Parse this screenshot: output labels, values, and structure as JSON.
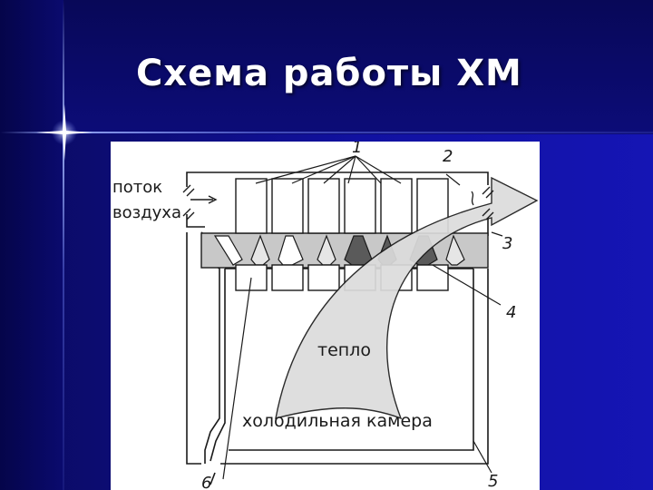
{
  "slide": {
    "title": "Схема работы ХМ"
  },
  "diagram": {
    "air_flow_line1": "поток",
    "air_flow_line2": "воздуха",
    "heat_label": "тепло",
    "chamber_label": "холодильная камера",
    "callouts": [
      "1",
      "2",
      "3",
      "4",
      "5",
      "6"
    ]
  },
  "colors": {
    "background": "#0a0a6e",
    "title_text": "#ffffff",
    "panel": "#ffffff",
    "plate": "#c8c8c8",
    "pellet_dark": "#5a5a5a",
    "arrow_fill": "#dcdcdc"
  }
}
